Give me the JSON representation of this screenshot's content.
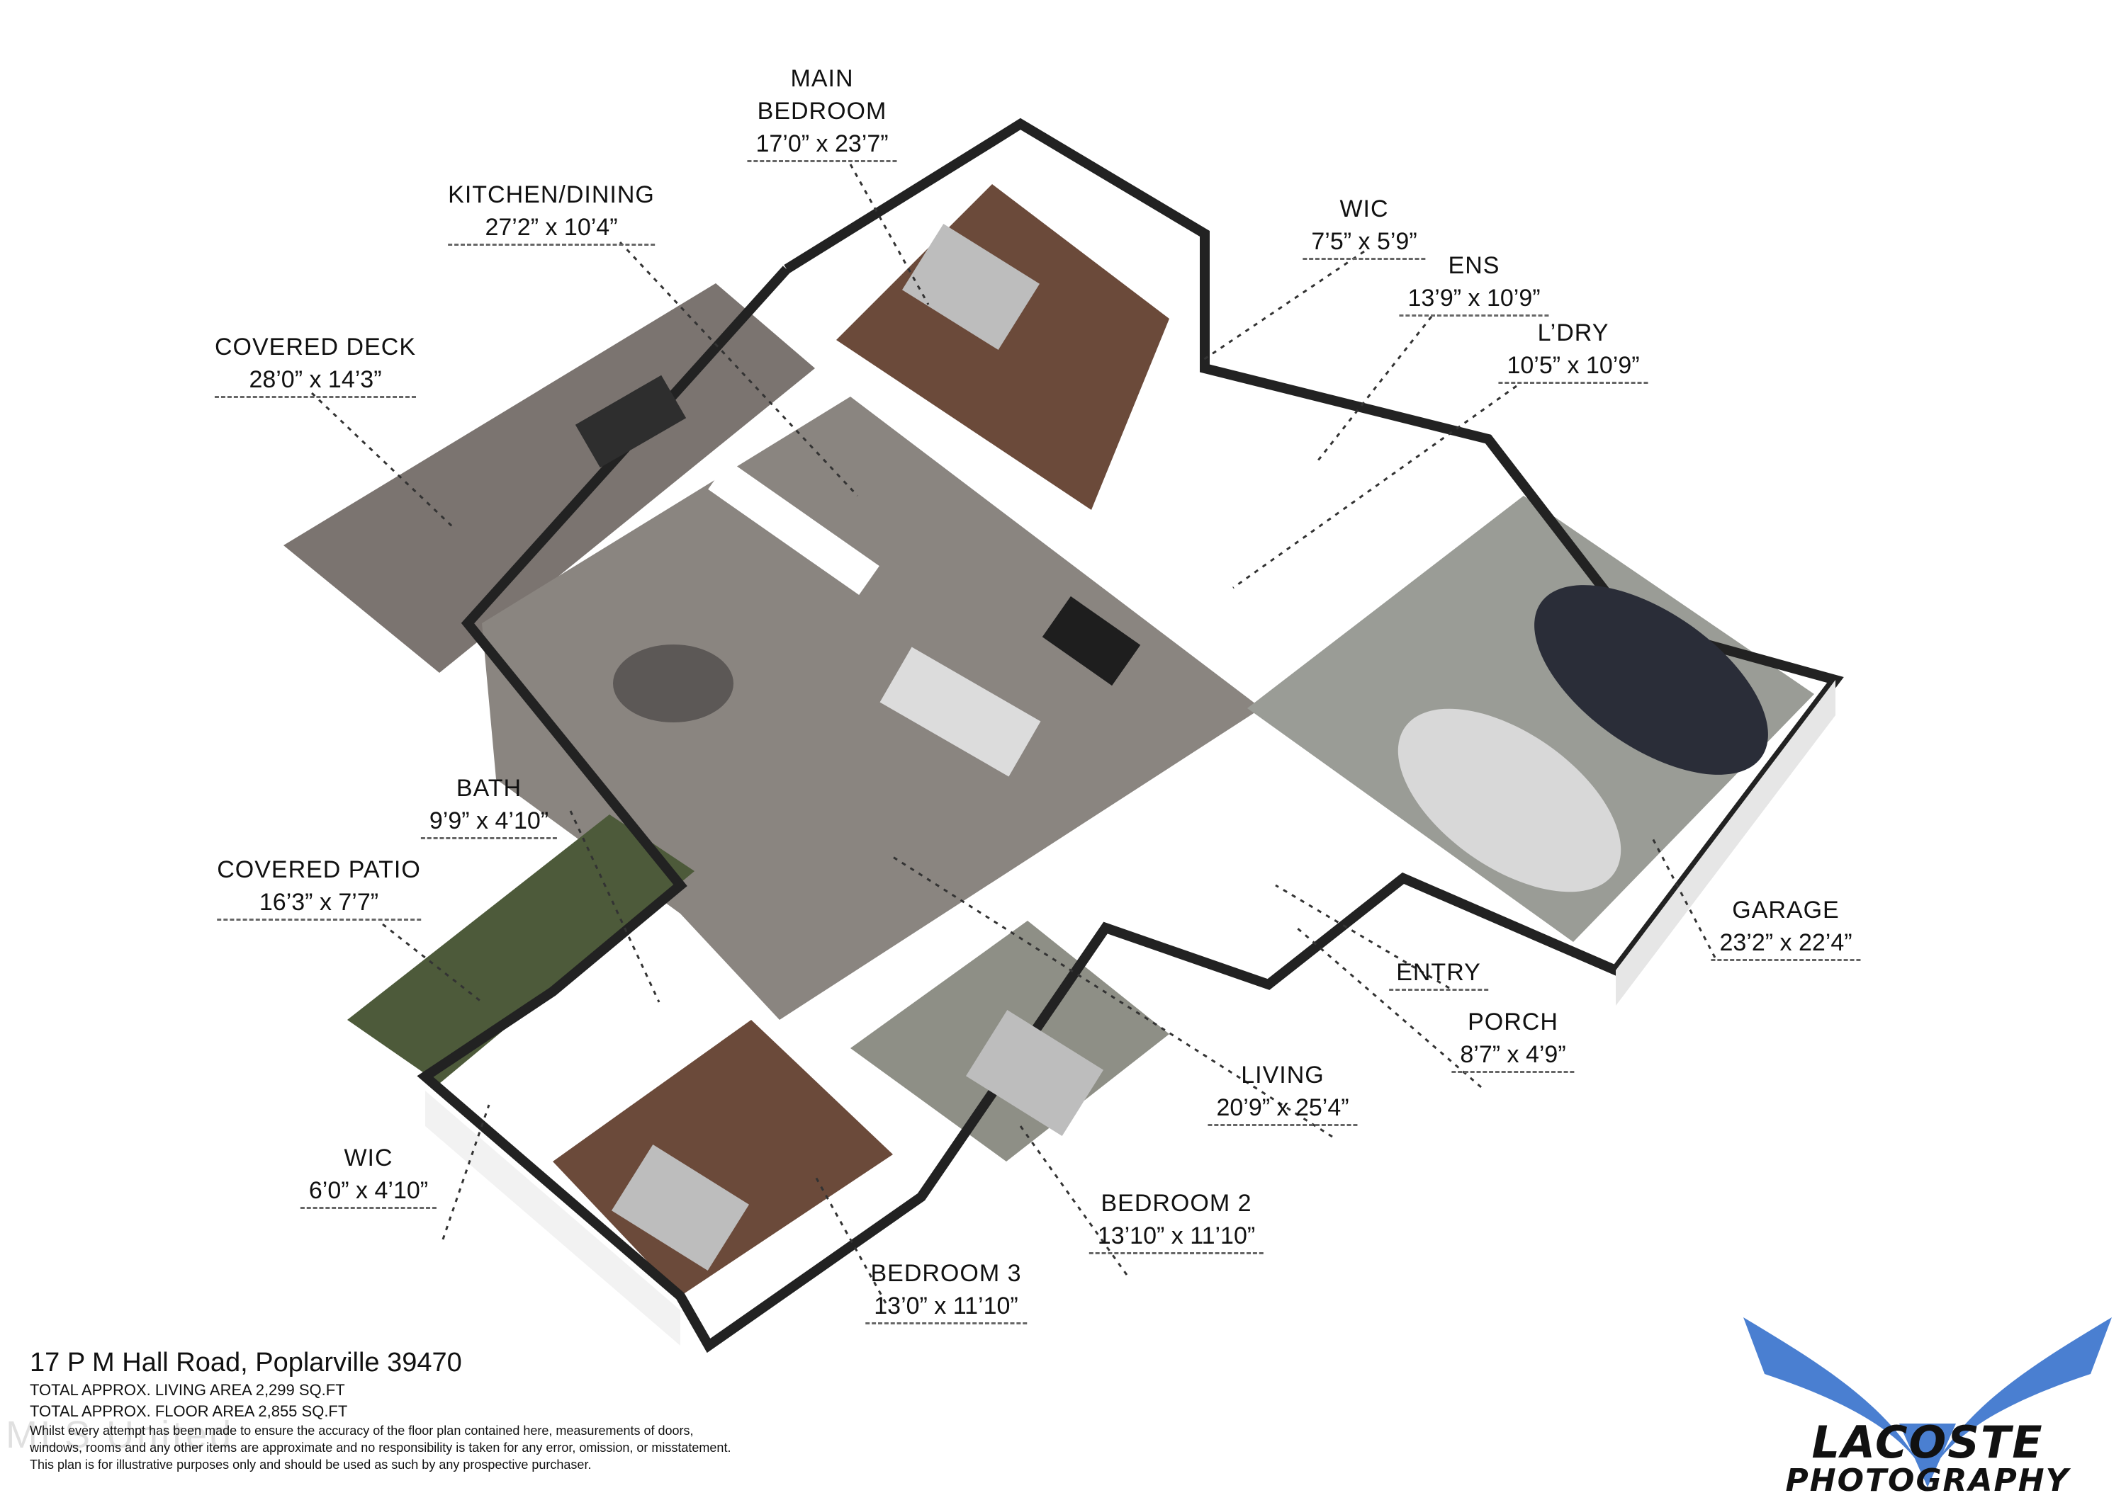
{
  "rooms": {
    "main_bedroom": {
      "name_line1": "MAIN",
      "name_line2": "BEDROOM",
      "dims": "17’0” x 23’7”"
    },
    "kitchen_dining": {
      "name": "KITCHEN/DINING",
      "dims": "27’2” x 10’4”"
    },
    "covered_deck": {
      "name": "COVERED DECK",
      "dims": "28’0” x 14’3”"
    },
    "wic_main": {
      "name": "WIC",
      "dims": "7’5” x 5’9”"
    },
    "ens": {
      "name": "ENS",
      "dims": "13’9” x 10’9”"
    },
    "laundry": {
      "name": "L’DRY",
      "dims": "10’5” x 10’9”"
    },
    "bath": {
      "name": "BATH",
      "dims": "9’9” x 4’10”"
    },
    "covered_patio": {
      "name": "COVERED PATIO",
      "dims": "16’3” x 7’7”"
    },
    "garage": {
      "name": "GARAGE",
      "dims": "23’2” x 22’4”"
    },
    "entry": {
      "name": "ENTRY"
    },
    "porch": {
      "name": "PORCH",
      "dims": "8’7” x 4’9”"
    },
    "living": {
      "name": "LIVING",
      "dims": "20’9” x 25’4”"
    },
    "wic_bed3": {
      "name": "WIC",
      "dims": "6’0” x 4’10”"
    },
    "bedroom2": {
      "name": "BEDROOM 2",
      "dims": "13’10” x 11’10”"
    },
    "bedroom3": {
      "name": "BEDROOM 3",
      "dims": "13’0” x 11’10”"
    }
  },
  "footer": {
    "address": "17 P M Hall Road, Poplarville 39470",
    "living_area": "TOTAL APPROX. LIVING AREA 2,299 SQ.FT",
    "floor_area": "TOTAL APPROX. FLOOR AREA 2,855 SQ.FT",
    "disclaimer_1": "Whilst every attempt has been made to ensure the accuracy of the floor plan contained here, measurements of doors,",
    "disclaimer_2": "windows, rooms and any other items are approximate and no responsibility is taken for any error, omission, or misstatement.",
    "disclaimer_3": "This plan is for illustrative purposes only and should be used as such by any prospective purchaser.",
    "watermark": "MLS United"
  },
  "logo": {
    "line1": "LACOSTE",
    "line2": "PHOTOGRAPHY",
    "color": "#4a7fd1"
  },
  "colors": {
    "wall": "#f2f2f2",
    "wall_top": "#222222",
    "tile": "#8a8580",
    "wood": "#6b4a3a",
    "garage_floor": "#9a9c96",
    "patio": "#4d5a3a",
    "deck": "#7b7470"
  }
}
